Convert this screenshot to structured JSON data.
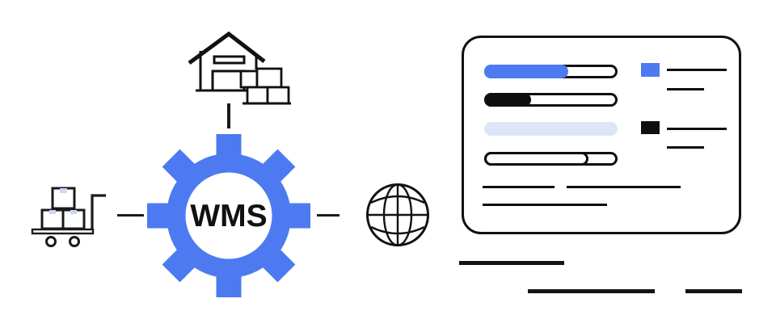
{
  "title": "WMS concept illustration",
  "colors": {
    "accent": "#4d7af0",
    "accent_light": "#dde5f8",
    "ink": "#0f0f0f",
    "tape": "#ccd9f5",
    "white": "#ffffff"
  },
  "hub": {
    "label": "WMS",
    "shape": "gear"
  },
  "nodes": [
    {
      "id": "warehouse",
      "icon": "warehouse-with-boxes-icon",
      "position": "top"
    },
    {
      "id": "logistics-cart",
      "icon": "cart-with-boxes-icon",
      "position": "left"
    },
    {
      "id": "globe",
      "icon": "globe-icon",
      "position": "right"
    },
    {
      "id": "dashboard",
      "icon": "analytics-panel",
      "position": "far-right"
    }
  ],
  "dashboard": {
    "progress_bars": [
      {
        "name": "blue-progress-bar",
        "percent": 63,
        "width": "63%",
        "fill": "#4d7af0",
        "outlined": true
      },
      {
        "name": "black-progress-bar",
        "percent": 35,
        "width": "35%",
        "fill": "#0f0f0f",
        "outlined": true
      },
      {
        "name": "light-solid-bar",
        "percent": 100,
        "width": "100%",
        "fill": "#dde5f8",
        "outlined": false
      },
      {
        "name": "outline-segment-bar",
        "percent": 78,
        "width": "78%",
        "fill": "transparent",
        "outlined": true
      }
    ],
    "legend": [
      {
        "name": "blue-legend-item",
        "swatch": "#4d7af0"
      },
      {
        "name": "black-legend-item",
        "swatch": "#0f0f0f"
      }
    ]
  }
}
